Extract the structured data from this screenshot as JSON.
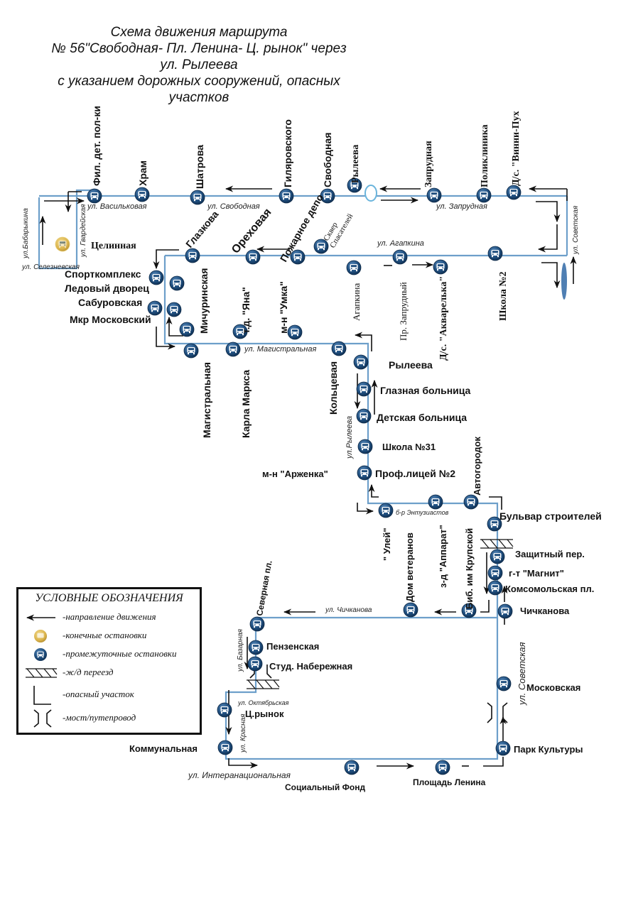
{
  "title": {
    "lines": [
      "Схема движения маршрута",
      "№ 56\"Свободная- Пл. Ленина- Ц. рынок\" через",
      "ул. Рылеева",
      "с указанием дорожных сооружений, опасных",
      "участков"
    ]
  },
  "colors": {
    "road": "#6d9fca",
    "stop_intermediate": "#1f4e7e",
    "stop_terminal": "#d9b24a",
    "arrow": "#111111"
  },
  "streets": {
    "vasilkovaya": "ул. Васильковая",
    "svobodnaya": "ул. Свободная",
    "zaprudnaya": "ул. Запрудная",
    "sovetskaya_top": "ул. Советская",
    "agapkina": "ул. Агапкина",
    "babarykina": "ул.Бабарыкина",
    "gvardeyskaya": "ул. Гвардейская",
    "seleznevskaya": "ул. Селезневская",
    "magistralnaya": "ул. Магистральная",
    "ryleeva": "ул.Рылеева",
    "entuziastov": "б-р Энтузиастов",
    "chichkanova": "ул. Чичканова",
    "bazarnaya": "ул. Базарная",
    "oktyabrskaya": "ул. Октябрьская",
    "krasnaya": "ул. Красная",
    "internatsionalnaya": "ул. Интеранациональная",
    "sovetskaya_bottom": "ул. Советская"
  },
  "stops": {
    "fil_det_polki": "Фил. дет. пол-ки",
    "khram": "Храм",
    "shatrova": "Шатрова",
    "gilyarovskogo": "Гиляровского",
    "svobodnaya": "Свободная",
    "ryleeva_top": "Рылеева",
    "zaprudnaya": "Запрудная",
    "poliklinika": "Поликлиника",
    "ds_vinni_pukh": "Д/с. \"Винни-Пух",
    "tselinnaya": "Целинная",
    "glazkova": "Глазкова",
    "orekhovaya": "Ореховая",
    "pozharnoe_depo": "Пожарное депо",
    "skver_spasateley_1": "Сквер",
    "skver_spasateley_2": "Спасателей",
    "agapkina": "Агапкина",
    "pr_zaprudny": "Пр. Запрудный",
    "ds_akvarelka": "Д/с. \"Акварелька\"",
    "shkola_2": "Школа №2",
    "sportkompleks": "Спорткомплекс",
    "ledovy_dvorets": "Ледовый дворец",
    "saburovskaya": "Сабуровская",
    "mkr_moskovsky": "Мкр Московский",
    "michurinskaya": "Мичуринская",
    "td_yana": "т.д. \"Яна\"",
    "mn_umka": "м-н \"Умка\"",
    "magistralnaya": "Магистральная",
    "karla_marksa": "Карла Маркса",
    "koltsevaya": "Кольцевая",
    "ryleeva": "Рылеева",
    "glaznaya_bolnitsa": "Глазная больница",
    "detskaya_bolnitsa": "Детская больница",
    "shkola_31": "Школа №31",
    "mn_arzhenka": "м-н \"Арженка\"",
    "prof_litsey_2": "Проф.лицей №2",
    "avtogorodok": "Автогородок",
    "uley": "\" Улей\"",
    "dom_veteranov": "Дом ветеранов",
    "zd_apparat": "з-д \"Аппарат\"",
    "bib_krupskoy": "Биб. им Крупской",
    "bulvar_stroiteley": "Бульвар строителей",
    "zashchitny_per": "Защитный пер.",
    "gt_magnit": "г-т \"Магнит\"",
    "komsomolskaya_pl": "Комсомольская пл.",
    "chichkanova": "Чичканова",
    "severnaya_pl": "Северная пл.",
    "penzenskaya": "Пензенская",
    "stud_naberezhnaya": "Студ. Набережная",
    "ts_rynok": "Ц.рынок",
    "kommunalnaya": "Коммунальная",
    "sotsialny_fond": "Социальный Фонд",
    "ploshchad_lenina": "Площадь Ленина",
    "park_kultury": "Парк Культуры",
    "moskovskaya": "Московская"
  },
  "legend": {
    "title": "УСЛОВНЫЕ ОБОЗНАЧЕНИЯ",
    "items": [
      {
        "icon": "arrow-left-icon",
        "label": "-направление движения"
      },
      {
        "icon": "terminal-stop-icon",
        "label": "-конечные остановки"
      },
      {
        "icon": "intermediate-stop-icon",
        "label": "-промежуточные остановки"
      },
      {
        "icon": "railway-crossing-icon",
        "label": "-ж/д переезд"
      },
      {
        "icon": "dangerous-section-icon",
        "label": "-опасный участок"
      },
      {
        "icon": "bridge-icon",
        "label": "-мост/путепровод"
      }
    ]
  }
}
